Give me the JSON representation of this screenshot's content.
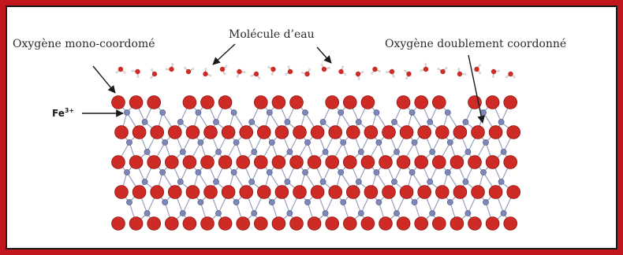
{
  "labels": {
    "mono_oxygen": "Oxygène mono-coordomé",
    "water_molecule": "Molécule d’eau",
    "double_oxygen": "Oxygène doublement coordonné",
    "fe_base": "Fe",
    "fe_charge": "3+"
  },
  "colors": {
    "frame": "#c0161c",
    "oxygen": "#cf2b26",
    "oxygen_edge": "#8e1410",
    "iron": "#7d86b8",
    "bond": "#9aa0bc",
    "arrow": "#1a1a1a"
  }
}
